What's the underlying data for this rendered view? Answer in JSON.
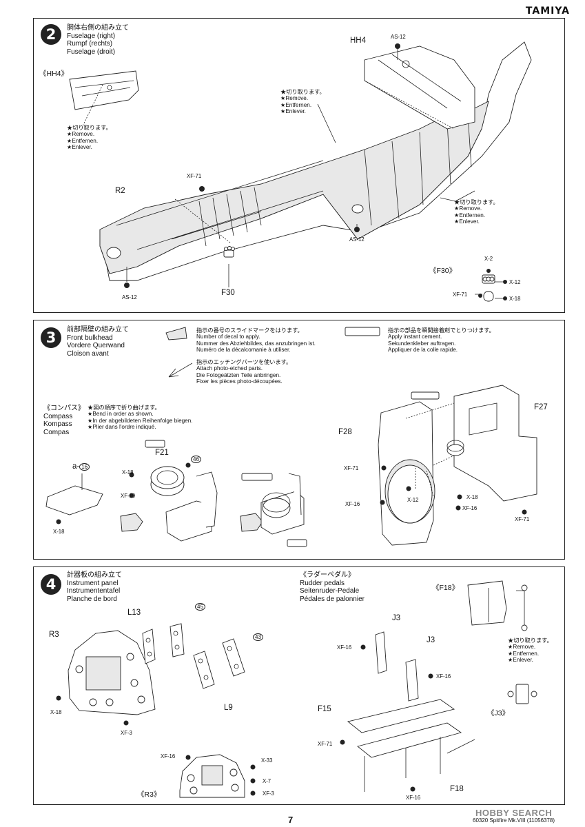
{
  "brand": "TAMIYA",
  "page_number": "7",
  "footer": "60320 Spitfire Mk.VIII (11056378)",
  "watermark": "HOBBY SEARCH",
  "step2": {
    "number": "2",
    "title_jp": "胴体右側の組み立て",
    "title_en": "Fuselage (right)",
    "title_de": "Rumpf (rechts)",
    "title_fr": "Fuselage (droit)",
    "remove_jp": "★切り取ります。",
    "remove_en": "★Remove.",
    "remove_de": "★Entfernen.",
    "remove_fr": "★Enlever.",
    "hh4_inset": "《HH4》",
    "hh4": "HH4",
    "r2": "R2",
    "f30": "F30",
    "f30_inset": "《F30》",
    "as12": "AS-12",
    "xf71": "XF-71",
    "x2": "X-2",
    "x12": "X-12",
    "x18": "X-18"
  },
  "step3": {
    "number": "3",
    "title_jp": "前部隔壁の組み立て",
    "title_en": "Front bulkhead",
    "title_de": "Vordere Querwand",
    "title_fr": "Cloison avant",
    "decal_jp": "指示の番号のスライドマークをはります。",
    "decal_en": "Number of decal to apply.",
    "decal_de": "Nummer des Abziehbildes, das anzubringen ist.",
    "decal_fr": "Numéro de la décalcomanie à utiliser.",
    "pe_jp": "指示のエッチングパーツを使います。",
    "pe_en": "Attach photo-etched parts.",
    "pe_de": "Die Fotogeätzten Teile anbringen.",
    "pe_fr": "Fixer les pièces photo-découpées.",
    "cement_jp": "指示の部品を瞬間接着剤でとりつけます。",
    "cement_en": "Apply instant cement.",
    "cement_de": "Sekundenkleber auftragen.",
    "cement_fr": "Appliquer de la colle rapide.",
    "compass_jp": "《コンパス》",
    "compass_en": "Compass",
    "compass_de": "Kompass",
    "compass_fr": "Compas",
    "bend_jp": "★図の順序で折り曲げます。",
    "bend_en": "★Bend in order as shown.",
    "bend_de": "★In der abgebildeten Reihenfolge biegen.",
    "bend_fr": "★Plier dans l'ordre indiqué.",
    "a16": "a-",
    "a16_num": "16",
    "f21": "F21",
    "f27": "F27",
    "f28": "F28",
    "decal46": "46",
    "x18": "X-18",
    "x12": "X-12",
    "xf19": "XF-19",
    "xf71": "XF-71",
    "xf16": "XF-16"
  },
  "step4": {
    "number": "4",
    "title_jp": "計器板の組み立て",
    "title_en": "Instrument panel",
    "title_de": "Instrumententafel",
    "title_fr": "Planche de bord",
    "l13": "L13",
    "l9": "L9",
    "r3": "R3",
    "r3_inset": "《R3》",
    "decal45": "45",
    "decal43": "43",
    "x18": "X-18",
    "xf3": "XF-3",
    "xf16": "XF-16",
    "x33": "X-33",
    "x7": "X-7",
    "rudder_jp": "《ラダーペダル》",
    "rudder_en": "Rudder pedals",
    "rudder_de": "Seitenruder-Pedale",
    "rudder_fr": "Pédales de palonnier",
    "j3": "J3",
    "j3_inset": "《J3》",
    "f15": "F15",
    "f18": "F18",
    "f18_inset": "《F18》",
    "xf71": "XF-71",
    "remove_jp": "★切り取ります。",
    "remove_en": "★Remove.",
    "remove_de": "★Entfernen.",
    "remove_fr": "★Enlever."
  }
}
